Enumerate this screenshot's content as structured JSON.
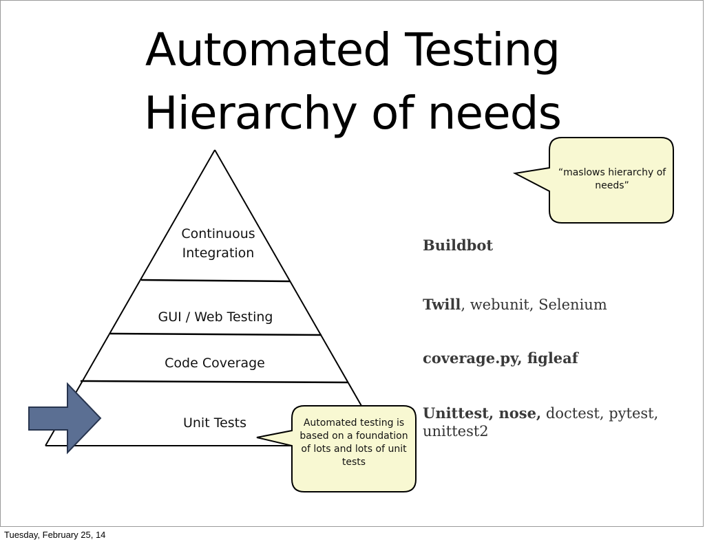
{
  "slide": {
    "title_line1": "Automated Testing",
    "title_line2": "Hierarchy of needs"
  },
  "pyramid": {
    "layers": [
      {
        "label_line1": "Continuous",
        "label_line2": "Integration"
      },
      {
        "label": "GUI / Web Testing"
      },
      {
        "label": "Code Coverage"
      },
      {
        "label": "Unit Tests",
        "color": "#e8401c"
      }
    ]
  },
  "tools": {
    "ci": {
      "bold": "Buildbot",
      "rest": ""
    },
    "gui": {
      "bold": "Twill",
      "rest": ", webunit, Selenium"
    },
    "coverage": {
      "bold": "coverage.py, figleaf",
      "rest": ""
    },
    "unit": {
      "bold": "Unittest, nose,",
      "rest": " doctest, pytest, unittest2"
    }
  },
  "callouts": {
    "maslow": "“maslows hierarchy of needs”",
    "foundation": "Automated testing is based on a foundation of lots and lots of unit tests"
  },
  "colors": {
    "bubble_fill": "#f8f8d2",
    "arrow_fill": "#5b6f93",
    "unit_tests": "#e8401c"
  },
  "icons": {
    "pointer": "right-arrow-icon"
  },
  "footer": {
    "date": "Tuesday, February 25, 14"
  }
}
